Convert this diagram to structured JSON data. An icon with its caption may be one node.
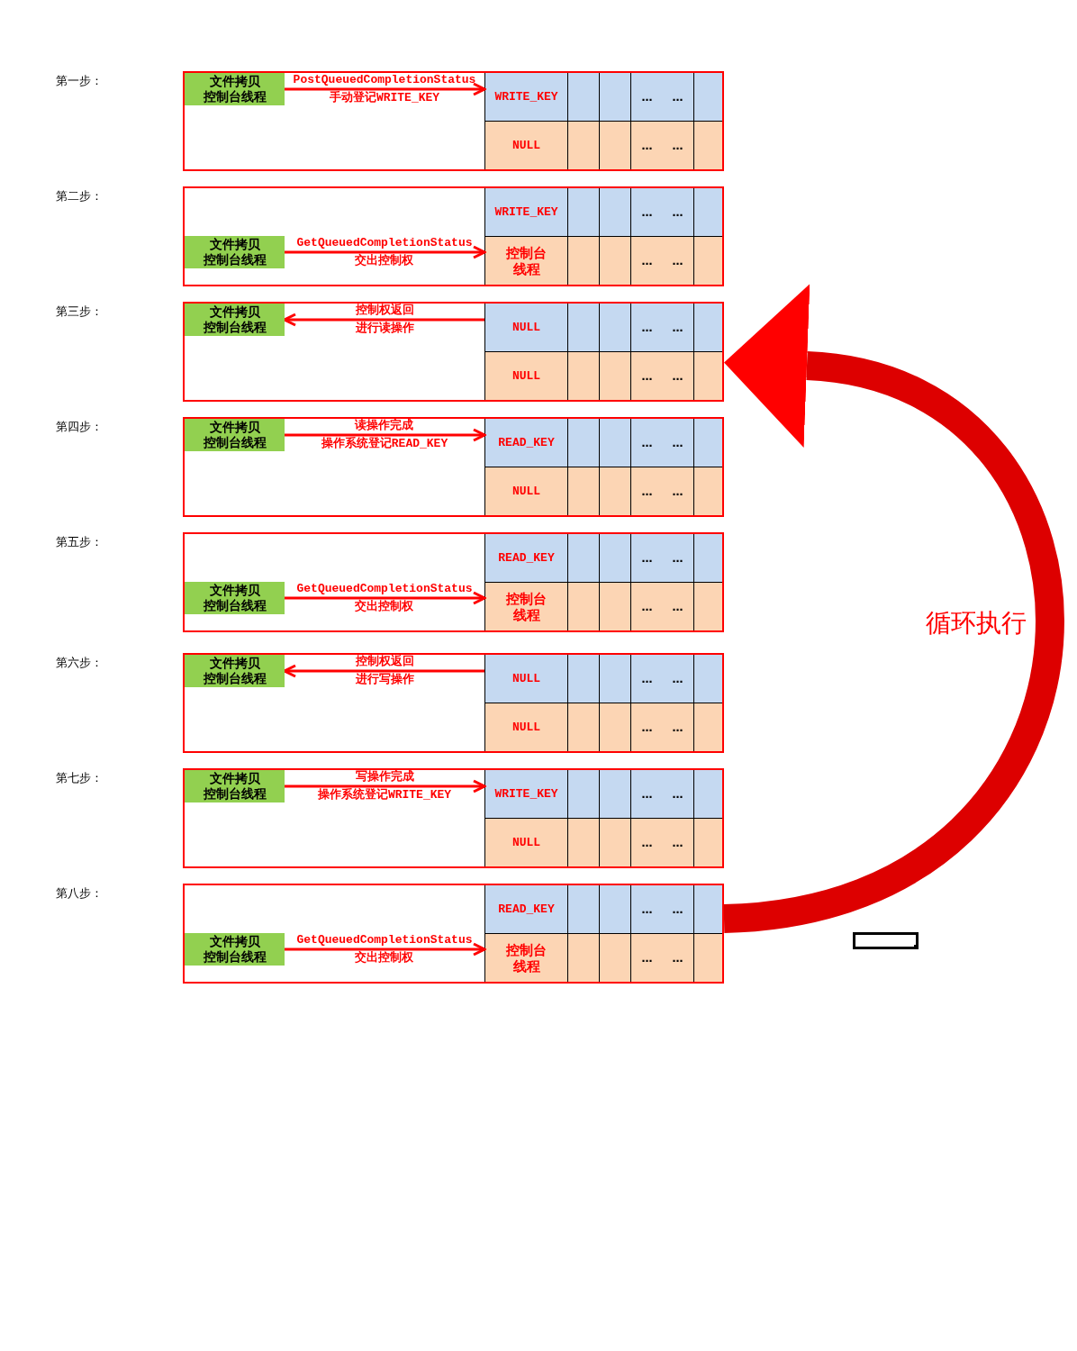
{
  "diagram": {
    "nodes": [
      {
        "text": [],
        "shape": "box"
      },
      {
        "text": [
          "文件拷贝",
          "控制台线程"
        ],
        "in": 0
      },
      {
        "text": [
          "WRITE_KEY"
        ],
        "in": 0
      },
      {
        "text": [],
        "shape": "box",
        "in": 0
      },
      {
        "text": [],
        "shape": "box",
        "in": 0
      },
      {
        "text": [
          "…",
          "…"
        ],
        "in": 0
      },
      {
        "text": [],
        "shape": "box",
        "in": 0
      },
      {
        "text": [
          "NULL"
        ],
        "in": 0
      },
      {
        "text": [],
        "shape": "box",
        "in": 0
      },
      {
        "text": [],
        "shape": "box",
        "in": 0
      },
      {
        "text": [
          "…",
          "…"
        ],
        "in": 0
      },
      {
        "text": [],
        "shape": "box",
        "in": 0
      },
      {
        "text": [],
        "shape": "box"
      },
      {
        "text": [
          "文件拷贝",
          "控制台线程"
        ],
        "in": 12
      },
      {
        "text": [
          "WRITE_KEY"
        ],
        "in": 12
      },
      {
        "text": [],
        "shape": "box",
        "in": 12
      },
      {
        "text": [],
        "shape": "box",
        "in": 12
      },
      {
        "text": [
          "…",
          "…"
        ],
        "in": 12
      },
      {
        "text": [],
        "shape": "box",
        "in": 12
      },
      {
        "text": [
          "控制台线程"
        ],
        "in": 12
      },
      {
        "text": [],
        "shape": "box",
        "in": 12
      },
      {
        "text": [],
        "shape": "box",
        "in": 12
      },
      {
        "text": [
          "…",
          "…"
        ],
        "in": 12
      },
      {
        "text": [],
        "shape": "box",
        "in": 12
      },
      {
        "text": [],
        "shape": "box"
      },
      {
        "text": [
          "文件拷贝",
          "控制台线程"
        ],
        "in": 24
      },
      {
        "text": [
          "NULL"
        ],
        "in": 24
      },
      {
        "text": [],
        "shape": "box",
        "in": 24
      },
      {
        "text": [],
        "shape": "box",
        "in": 24
      },
      {
        "text": [
          "…",
          "…"
        ],
        "in": 24
      },
      {
        "text": [],
        "shape": "box",
        "in": 24
      },
      {
        "text": [
          "NULL"
        ],
        "in": 24
      },
      {
        "text": [],
        "shape": "box",
        "in": 24
      },
      {
        "text": [],
        "shape": "box",
        "in": 24
      },
      {
        "text": [
          "…",
          "…"
        ],
        "in": 24
      },
      {
        "text": [],
        "shape": "box",
        "in": 24
      },
      {
        "text": [],
        "shape": "box"
      },
      {
        "text": [
          "文件拷贝",
          "控制台线程"
        ],
        "in": 36
      },
      {
        "text": [
          "READ_KEY"
        ],
        "in": 36
      },
      {
        "text": [],
        "shape": "box",
        "in": 36
      },
      {
        "text": [],
        "shape": "box",
        "in": 36
      },
      {
        "text": [
          "…",
          "…"
        ],
        "in": 36
      },
      {
        "text": [],
        "shape": "box",
        "in": 36
      },
      {
        "text": [
          "NULL"
        ],
        "in": 36
      },
      {
        "text": [],
        "shape": "box",
        "in": 36
      },
      {
        "text": [],
        "shape": "box",
        "in": 36
      },
      {
        "text": [
          "…",
          "…"
        ],
        "in": 36
      },
      {
        "text": [],
        "shape": "box",
        "in": 36
      },
      {
        "text": [],
        "shape": "box"
      },
      {
        "text": [
          "文件拷贝",
          "控制台线程"
        ],
        "in": 48
      },
      {
        "text": [
          "READ_KEY"
        ],
        "in": 48
      },
      {
        "text": [],
        "shape": "box",
        "in": 48
      },
      {
        "text": [],
        "shape": "box",
        "in": 48
      },
      {
        "text": [
          "…",
          "…"
        ],
        "in": 48
      },
      {
        "text": [],
        "shape": "box",
        "in": 48
      },
      {
        "text": [
          "控制台线程"
        ],
        "in": 48
      },
      {
        "text": [],
        "shape": "box",
        "in": 48
      },
      {
        "text": [],
        "shape": "box",
        "in": 48
      },
      {
        "text": [
          "…",
          "…"
        ],
        "in": 48
      },
      {
        "text": [],
        "shape": "box",
        "in": 48
      },
      {
        "text": [],
        "shape": "box"
      },
      {
        "text": [
          "文件拷贝",
          "控制台线程"
        ],
        "in": 60
      },
      {
        "text": [
          "NULL"
        ],
        "in": 60
      },
      {
        "text": [],
        "shape": "box",
        "in": 60
      },
      {
        "text": [],
        "shape": "box",
        "in": 60
      },
      {
        "text": [
          "…",
          "…"
        ],
        "in": 60
      },
      {
        "text": [],
        "shape": "box",
        "in": 60
      },
      {
        "text": [
          "NULL"
        ],
        "in": 60
      },
      {
        "text": [],
        "shape": "box",
        "in": 60
      },
      {
        "text": [],
        "shape": "box",
        "in": 60
      },
      {
        "text": [
          "…",
          "…"
        ],
        "in": 60
      },
      {
        "text": [],
        "shape": "box",
        "in": 60
      },
      {
        "text": [],
        "shape": "box"
      },
      {
        "text": [
          "文件拷贝",
          "控制台线程"
        ],
        "in": 72
      },
      {
        "text": [
          "WRITE_KEY"
        ],
        "in": 72
      },
      {
        "text": [],
        "shape": "box",
        "in": 72
      },
      {
        "text": [],
        "shape": "box",
        "in": 72
      },
      {
        "text": [
          "…",
          "…"
        ],
        "in": 72
      },
      {
        "text": [],
        "shape": "box",
        "in": 72
      },
      {
        "text": [
          "NULL"
        ],
        "in": 72
      },
      {
        "text": [],
        "shape": "box",
        "in": 72
      },
      {
        "text": [],
        "shape": "box",
        "in": 72
      },
      {
        "text": [
          "…",
          "…"
        ],
        "in": 72
      },
      {
        "text": [],
        "shape": "box",
        "in": 72
      },
      {
        "text": [],
        "shape": "box"
      },
      {
        "text": [
          "文件拷贝",
          "控制台线程"
        ],
        "in": 84
      },
      {
        "text": [
          "READ_KEY"
        ],
        "in": 84
      },
      {
        "text": [],
        "shape": "box",
        "in": 84
      },
      {
        "text": [],
        "shape": "box",
        "in": 84
      },
      {
        "text": [
          "…",
          "…"
        ],
        "in": 84
      },
      {
        "text": [],
        "shape": "box",
        "in": 84
      },
      {
        "text": [
          "控制台线程"
        ],
        "in": 84
      },
      {
        "text": [],
        "shape": "box",
        "in": 84
      },
      {
        "text": [],
        "shape": "box",
        "in": 84
      },
      {
        "text": [
          "…",
          "…"
        ],
        "in": 84
      },
      {
        "text": [],
        "shape": "box",
        "in": 84
      },
      {
        "text": [],
        "shape": "box"
      }
    ],
    "edges": [
      {
        "from": 1,
        "to": 2,
        "arrow": "to",
        "label": "PostQueuedCompletionStatus手动登记WRITE_KEY"
      },
      {
        "from": 13,
        "to": 19,
        "arrow": "to",
        "label": "GetQueuedCompletionStatus交出控制权"
      },
      {
        "from": 26,
        "to": 25,
        "arrow": "to",
        "label": "控制权返回进行读操作"
      },
      {
        "from": 37,
        "to": 38,
        "arrow": "to",
        "label": "读操作完成操作系统登记READ_KEY"
      },
      {
        "from": 49,
        "to": 55,
        "arrow": "to",
        "label": "GetQueuedCompletionStatus交出控制权"
      },
      {
        "from": 62,
        "to": 61,
        "arrow": "to",
        "label": "控制权返回进行写操作"
      },
      {
        "from": 73,
        "to": 74,
        "arrow": "to",
        "label": "写操作完成操作系统登记WRITE_KEY"
      },
      {
        "from": 85,
        "to": 91,
        "arrow": "to",
        "label": "GetQueuedCompletionStatus交出控制权"
      },
      {
        "from": 84,
        "to": 24,
        "arrow": "to",
        "label": "循环执行",
        "style": "thick"
      }
    ],
    "labels": [
      "第一步：",
      "第二步：",
      "第三步：",
      "第四步：",
      "第五步：",
      "第六步：",
      "第七步：",
      "第八步："
    ]
  }
}
